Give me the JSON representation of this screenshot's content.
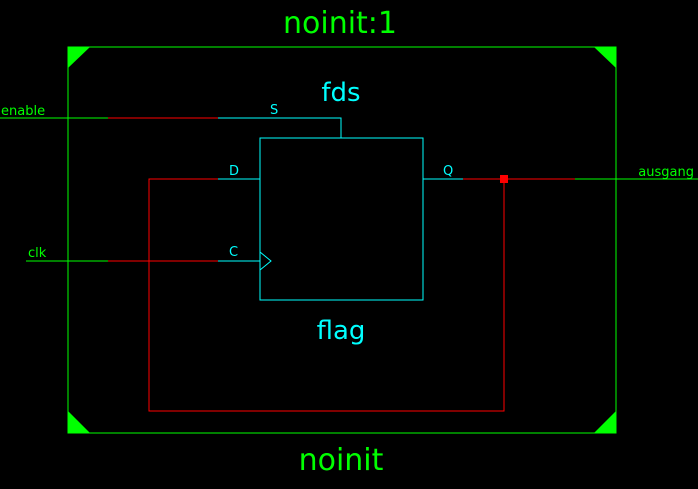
{
  "instance_title": "noinit:1",
  "module_name": "noinit",
  "primitive": {
    "type_label": "fds",
    "instance_label": "flag",
    "pins": {
      "set": "S",
      "data": "D",
      "clock": "C",
      "output": "Q"
    }
  },
  "ports": {
    "enable": "enable",
    "clk": "clk",
    "ausgang": "ausgang"
  },
  "colors": {
    "background": "#000000",
    "boundary": "#00ff00",
    "component": "#00ffff",
    "net_wire": "#ff0000",
    "junction": "#ff0000"
  }
}
